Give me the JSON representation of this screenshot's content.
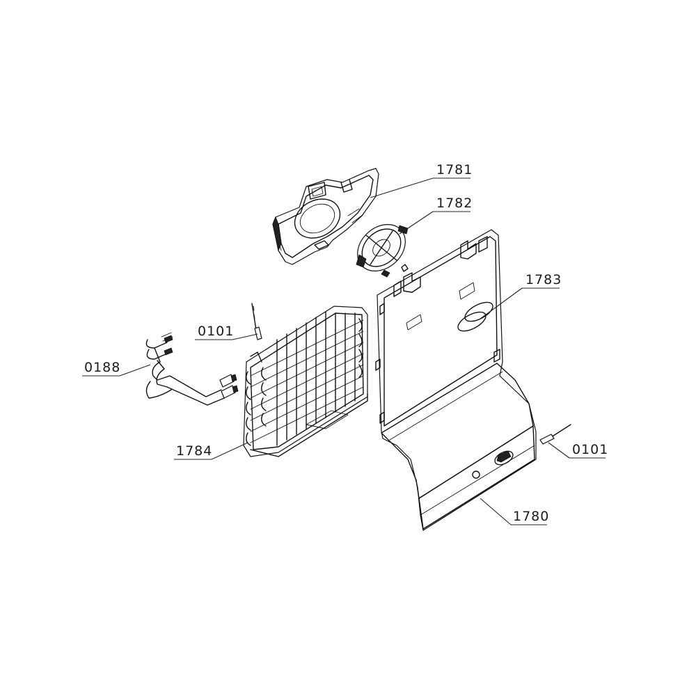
{
  "colors": {
    "ink": "#111111",
    "background": "#ffffff"
  },
  "callouts": {
    "c1781": "1781",
    "c1782": "1782",
    "c1783": "1783",
    "c0101_top": "0101",
    "c0188": "0188",
    "c1784": "1784",
    "c0101_right": "0101",
    "c1780": "1780"
  }
}
